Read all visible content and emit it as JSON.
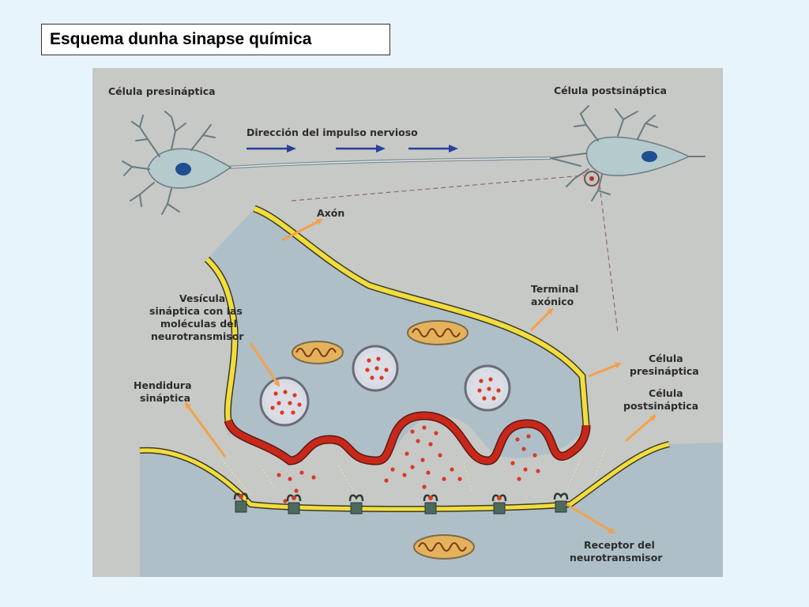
{
  "title": "Esquema dunha sinapse química",
  "labels": {
    "presynaptic_cell_top": "Célula presináptica",
    "postsynaptic_cell_top": "Célula postsináptica",
    "impulse_direction": "Dirección del impulso nervioso",
    "axon": "Axón",
    "axon_terminal": [
      "Terminal",
      "axónico"
    ],
    "vesicle": [
      "Vesícula",
      "sináptica con las",
      "moléculas del",
      "neurotransmisor"
    ],
    "cleft": [
      "Hendidura",
      "sináptica"
    ],
    "presynaptic_cell": [
      "Célula",
      "presináptica"
    ],
    "postsynaptic_cell": [
      "Célula",
      "postsináptica"
    ],
    "receptor": [
      "Receptor del",
      "neurotransmisor"
    ]
  },
  "colors": {
    "background": "#e7f4fb",
    "figure_bg": "#c7c9c6",
    "cytoplasm": "#aebfc8",
    "membrane": "#f2dd3c",
    "active_zone": "#c8281b",
    "neurotransmitter": "#d93a26",
    "arrow_orange": "#f5a04a",
    "arrow_blue": "#2b3f9c",
    "mitochondria": "#e4b25a",
    "receptor": "#4d6a5e"
  }
}
